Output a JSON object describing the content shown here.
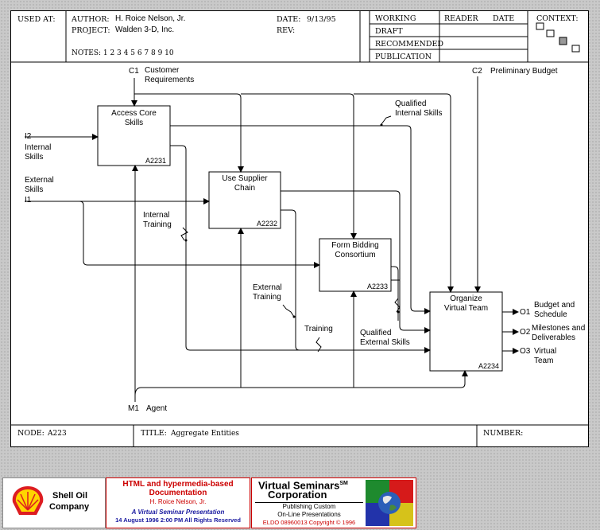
{
  "header": {
    "used_at": "USED AT:",
    "author_label": "AUTHOR:",
    "author_value": "H. Roice Nelson, Jr.",
    "project_label": "PROJECT:",
    "project_value": "Walden 3-D, Inc.",
    "date_label": "DATE:",
    "date_value": "9/13/95",
    "rev_label": "REV:",
    "notes": "NOTES:  1  2  3  4  5  6  7  8  9  10",
    "status": [
      "WORKING",
      "DRAFT",
      "RECOMMENDED",
      "PUBLICATION"
    ],
    "reader": "READER",
    "date2": "DATE",
    "context": "CONTEXT:"
  },
  "boxes": [
    {
      "title": "Access Core Skills",
      "line1": "Access Core",
      "line2": "Skills",
      "id": "A2231"
    },
    {
      "title": "Use Supplier Chain",
      "line1": "Use Supplier",
      "line2": "Chain",
      "id": "A2232"
    },
    {
      "title": "Form Bidding Consortium",
      "line1": "Form Bidding",
      "line2": "Consortium",
      "id": "A2233"
    },
    {
      "title": "Organize Virtual Team",
      "line1": "Organize",
      "line2": "Virtual Team",
      "id": "A2234"
    }
  ],
  "labels": {
    "c1_code": "C1",
    "c1_l1": "Customer",
    "c1_l2": "Requirements",
    "c2_code": "C2",
    "c2_text": "Preliminary Budget",
    "i2_code": "I2",
    "i2_l1": "Internal",
    "i2_l2": "Skills",
    "i1_l1": "External",
    "i1_l2": "Skills",
    "i1_code": "I1",
    "m1_code": "M1",
    "m1_text": "Agent",
    "qi_l1": "Qualified",
    "qi_l2": "Internal Skills",
    "it_l1": "Internal",
    "it_l2": "Training",
    "et_l1": "External",
    "et_l2": "Training",
    "tr": "Training",
    "qe_l1": "Qualified",
    "qe_l2": "External Skills",
    "o1_code": "O1",
    "o1_l1": "Budget and",
    "o1_l2": "Schedule",
    "o2_code": "O2",
    "o2_l1": "Milestones and",
    "o2_l2": "Deliverables",
    "o3_code": "O3",
    "o3_l1": "Virtual",
    "o3_l2": "Team"
  },
  "footer_bar": {
    "node_label": "NODE:",
    "node_value": "A223",
    "title_label": "TITLE:",
    "title_value": "Aggregate Entities",
    "number_label": "NUMBER:"
  },
  "banner": {
    "shell_l1": "Shell Oil",
    "shell_l2": "Company",
    "doc_title1": "HTML and hypermedia-based",
    "doc_title2": "Documentation",
    "doc_author": "H. Roice Nelson, Jr.",
    "doc_pres": "A Virtual Seminar Presentation",
    "doc_date": "14 August 1996  2:00 PM   All Rights Reserved",
    "vs_l1": "Virtual Seminars",
    "vs_sm": "SM",
    "vs_l2": "Corporation",
    "vs_l3": "Publishing Custom",
    "vs_l4": "On-Line Presentations",
    "vs_l5": "ELDO 08960013 Copyright © 1996"
  },
  "colors": {
    "shell_red": "#dd1d21",
    "shell_yellow": "#ffd500",
    "banner_red": "#cc0000",
    "banner_blue": "#1a1aa0"
  }
}
